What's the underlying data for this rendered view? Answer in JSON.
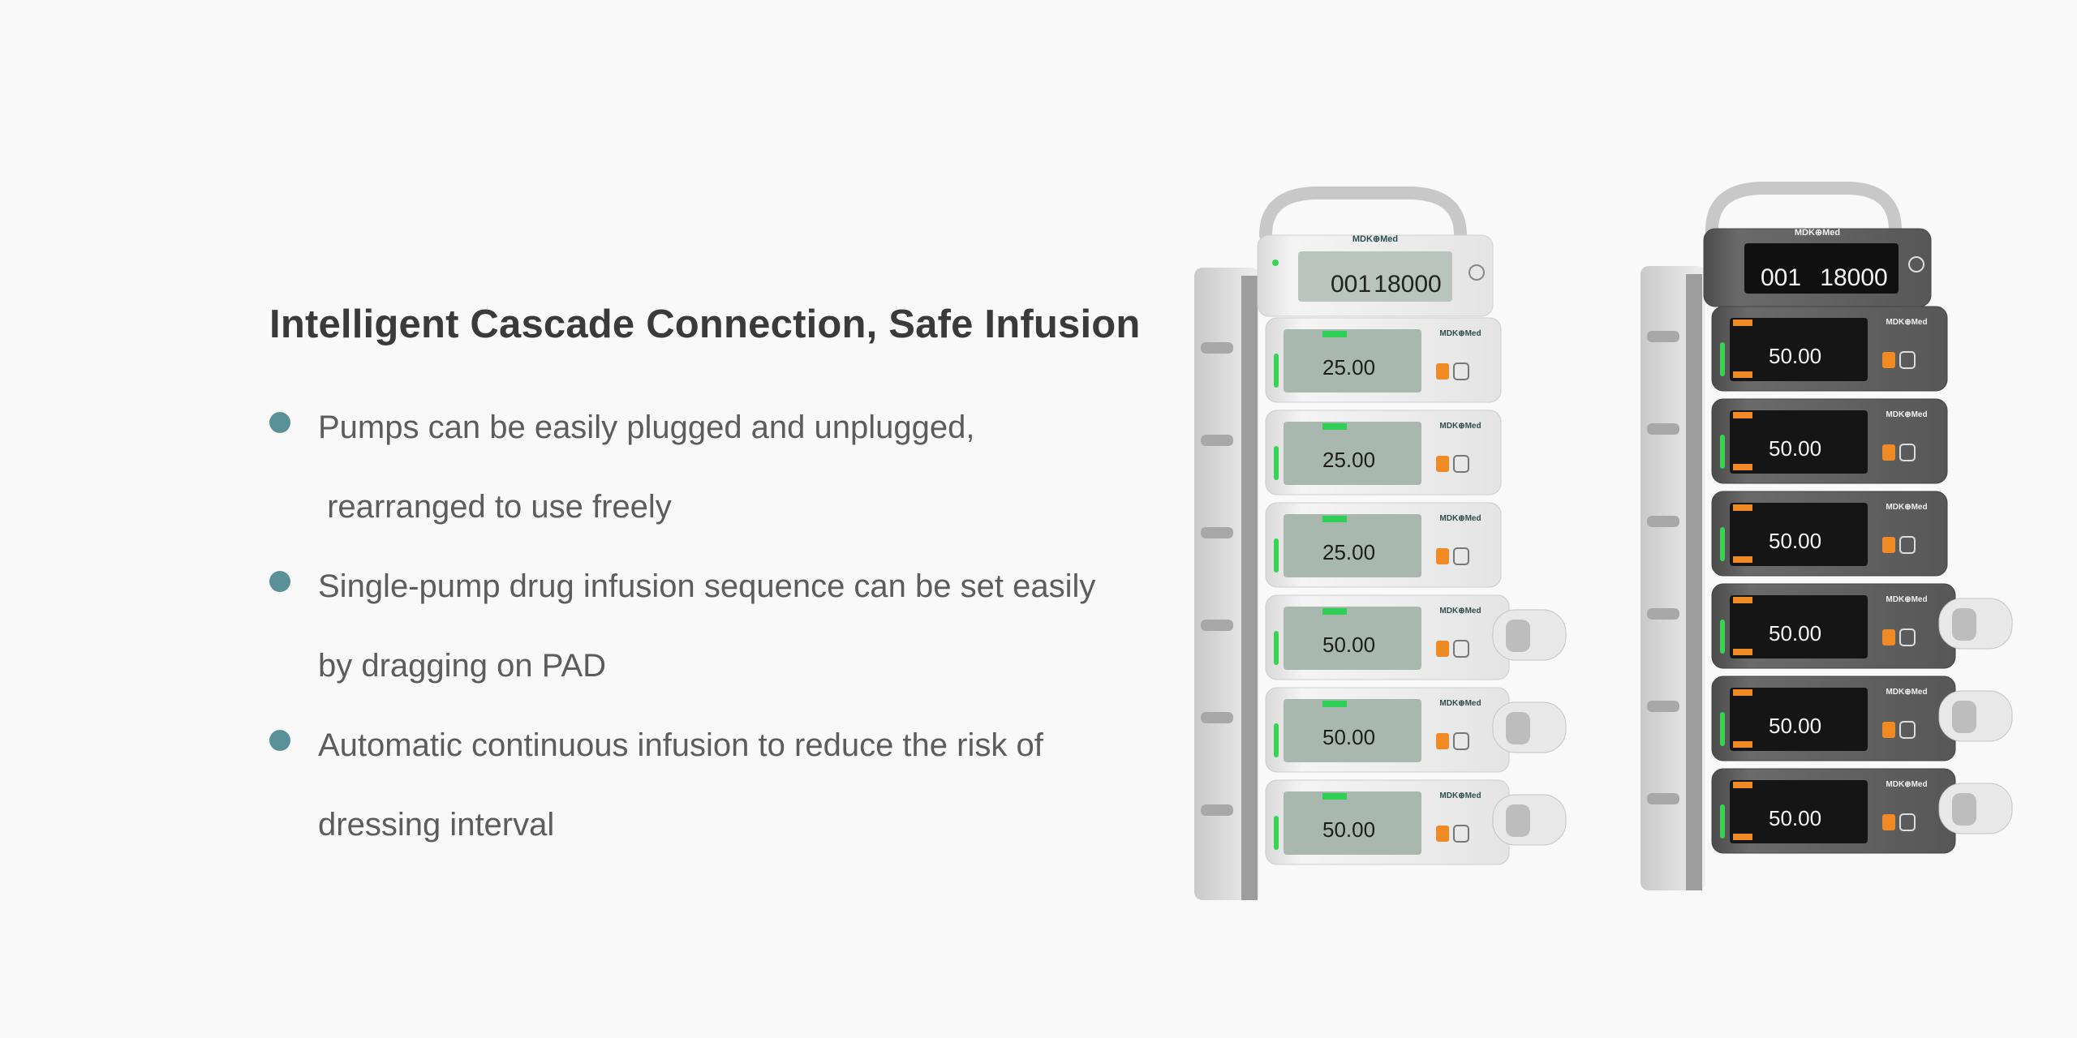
{
  "headline": "Intelligent Cascade Connection, Safe Infusion",
  "bullets": [
    {
      "lines": [
        "Pumps can be easily plugged and unplugged,",
        " rearranged to use freely"
      ]
    },
    {
      "lines": [
        "Single-pump drug infusion sequence can be set easily",
        "by dragging on PAD"
      ]
    },
    {
      "lines": [
        "Automatic continuous infusion to reduce the risk of",
        "dressing interval"
      ]
    }
  ],
  "colors": {
    "bullet_dot": "#5a9198",
    "background": "#f9f9f9",
    "pump_light": "#ececec",
    "pump_dark": "#5b5b5b",
    "screen_green": "#9fb0a5",
    "led_green": "#39d353",
    "accent_orange": "#f08a24"
  },
  "product": {
    "brand": "MDK⊕Med",
    "stack_left": {
      "bed_number": "001",
      "total_value": "18000",
      "pump_values": [
        "25.00",
        "25.00",
        "25.00",
        "50.00",
        "50.00",
        "50.00"
      ]
    },
    "stack_right": {
      "bed_number": "001",
      "total_value": "18000",
      "pump_values": [
        "50.00",
        "50.00",
        "50.00",
        "50.00",
        "50.00",
        "50.00"
      ]
    }
  }
}
